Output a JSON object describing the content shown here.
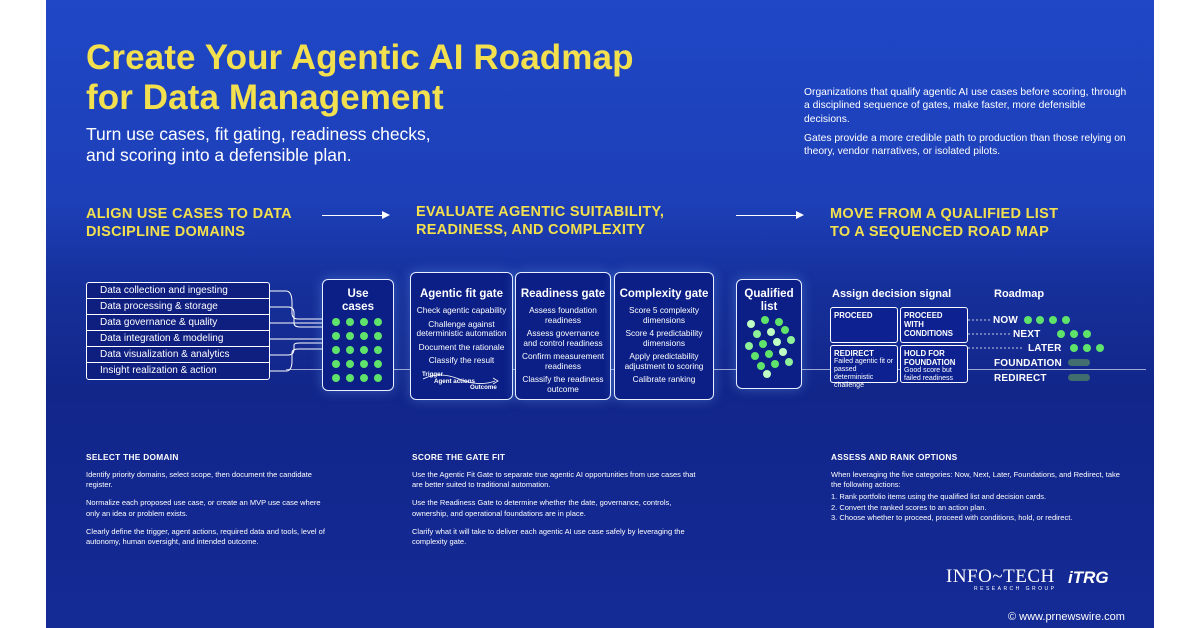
{
  "title": {
    "line1": "Create Your Agentic AI Roadmap",
    "line2": "for Data Management"
  },
  "subtitle": {
    "line1": "Turn use cases, fit gating, readiness checks,",
    "line2": "and scoring into a defensible plan."
  },
  "intro": {
    "p1": "Organizations that qualify agentic AI use cases before scoring, through a disciplined sequence of gates, make faster, more defensible decisions.",
    "p2": "Gates provide a more credible path to production than those relying on theory, vendor narratives, or isolated pilots."
  },
  "sections": [
    {
      "line1": "ALIGN USE CASES TO DATA",
      "line2": "DISCIPLINE DOMAINS"
    },
    {
      "line1": "EVALUATE AGENTIC SUITABILITY,",
      "line2": "READINESS, AND COMPLEXITY"
    },
    {
      "line1": "MOVE FROM A QUALIFIED LIST",
      "line2": "TO A SEQUENCED ROAD MAP"
    }
  ],
  "domains": [
    "Data collection and ingesting",
    "Data processing & storage",
    "Data governance & quality",
    "Data integration & modeling",
    "Data visualization & analytics",
    "Insight realization & action"
  ],
  "use_cases": {
    "line1": "Use",
    "line2": "cases"
  },
  "gates": {
    "agentic": {
      "title": "Agentic fit gate",
      "items": [
        "Check agentic capability",
        "Challenge against",
        "deterministic automation",
        "Document the rationale",
        "Classify the result"
      ],
      "trigger": "Trigger",
      "agent_actions": "Agent actions",
      "outcome": "Outcome"
    },
    "readiness": {
      "title": "Readiness gate",
      "items": [
        "Assess foundation",
        "readiness",
        "Assess governance",
        "and control readiness",
        "Confirm measurement",
        "readiness",
        "Classify the readiness",
        "outcome"
      ]
    },
    "complexity": {
      "title": "Complexity gate",
      "items": [
        "Score 5 complexity",
        "dimensions",
        "Score 4 predictability",
        "dimensions",
        "Apply predictability",
        "adjustment to scoring",
        "Calibrate ranking"
      ]
    }
  },
  "qualified": {
    "line1": "Qualified",
    "line2": "list"
  },
  "decision": {
    "title": "Assign decision signal",
    "proceed": "PROCEED",
    "proceed_cond_1": "PROCEED",
    "proceed_cond_2": "WITH",
    "proceed_cond_3": "CONDITIONS",
    "redirect": "REDIRECT",
    "redirect_d1": "Failed agentic fit or",
    "redirect_d2": "passed deterministic",
    "redirect_d3": "challenge",
    "hold_1": "HOLD FOR",
    "hold_2": "FOUNDATION",
    "hold_d1": "Good score but",
    "hold_d2": "failed readiness"
  },
  "roadmap": {
    "title": "Roadmap",
    "labels": [
      "NOW",
      "NEXT",
      "LATER",
      "FOUNDATION",
      "REDIRECT"
    ]
  },
  "bottom": {
    "select": {
      "heading": "SELECT THE DOMAIN",
      "p1": "Identify priority domains, select scope, then document the candidate register.",
      "p2": "Normalize each proposed use case, or create an MVP use case where only an idea or problem exists.",
      "p3": "Clearly define the trigger, agent actions, required data and tools, level of autonomy, human oversight, and intended outcome."
    },
    "score": {
      "heading": "SCORE THE GATE FIT",
      "p1": "Use the Agentic Fit Gate to separate true agentic AI opportunities from use cases that are better suited to traditional automation.",
      "p2": "Use the Readiness Gate to determine whether the date, governance, controls, ownership, and operational foundations are in place.",
      "p3": "Clarify what it will take to deliver each agentic AI use case safely by leveraging the complexity gate."
    },
    "assess": {
      "heading": "ASSESS AND RANK OPTIONS",
      "p1": "When leveraging the five categories: Now, Next, Later, Foundations, and Redirect, take the following actions:",
      "steps": [
        "1. Rank portfolio items using the qualified list and decision cards.",
        "2. Convert the ranked scores to an action plan.",
        "3. Choose whether to proceed, proceed with conditions, hold, or redirect."
      ]
    }
  },
  "logo": {
    "name": "INFO~TECH",
    "sub": "RESEARCH GROUP",
    "brand2": "iTRG"
  },
  "watermark": "© www.prnewswire.com",
  "colors": {
    "accent_yellow": "#f3e04e",
    "dot_green": "#5fe36b",
    "background_blue": "#1d3fb8"
  }
}
